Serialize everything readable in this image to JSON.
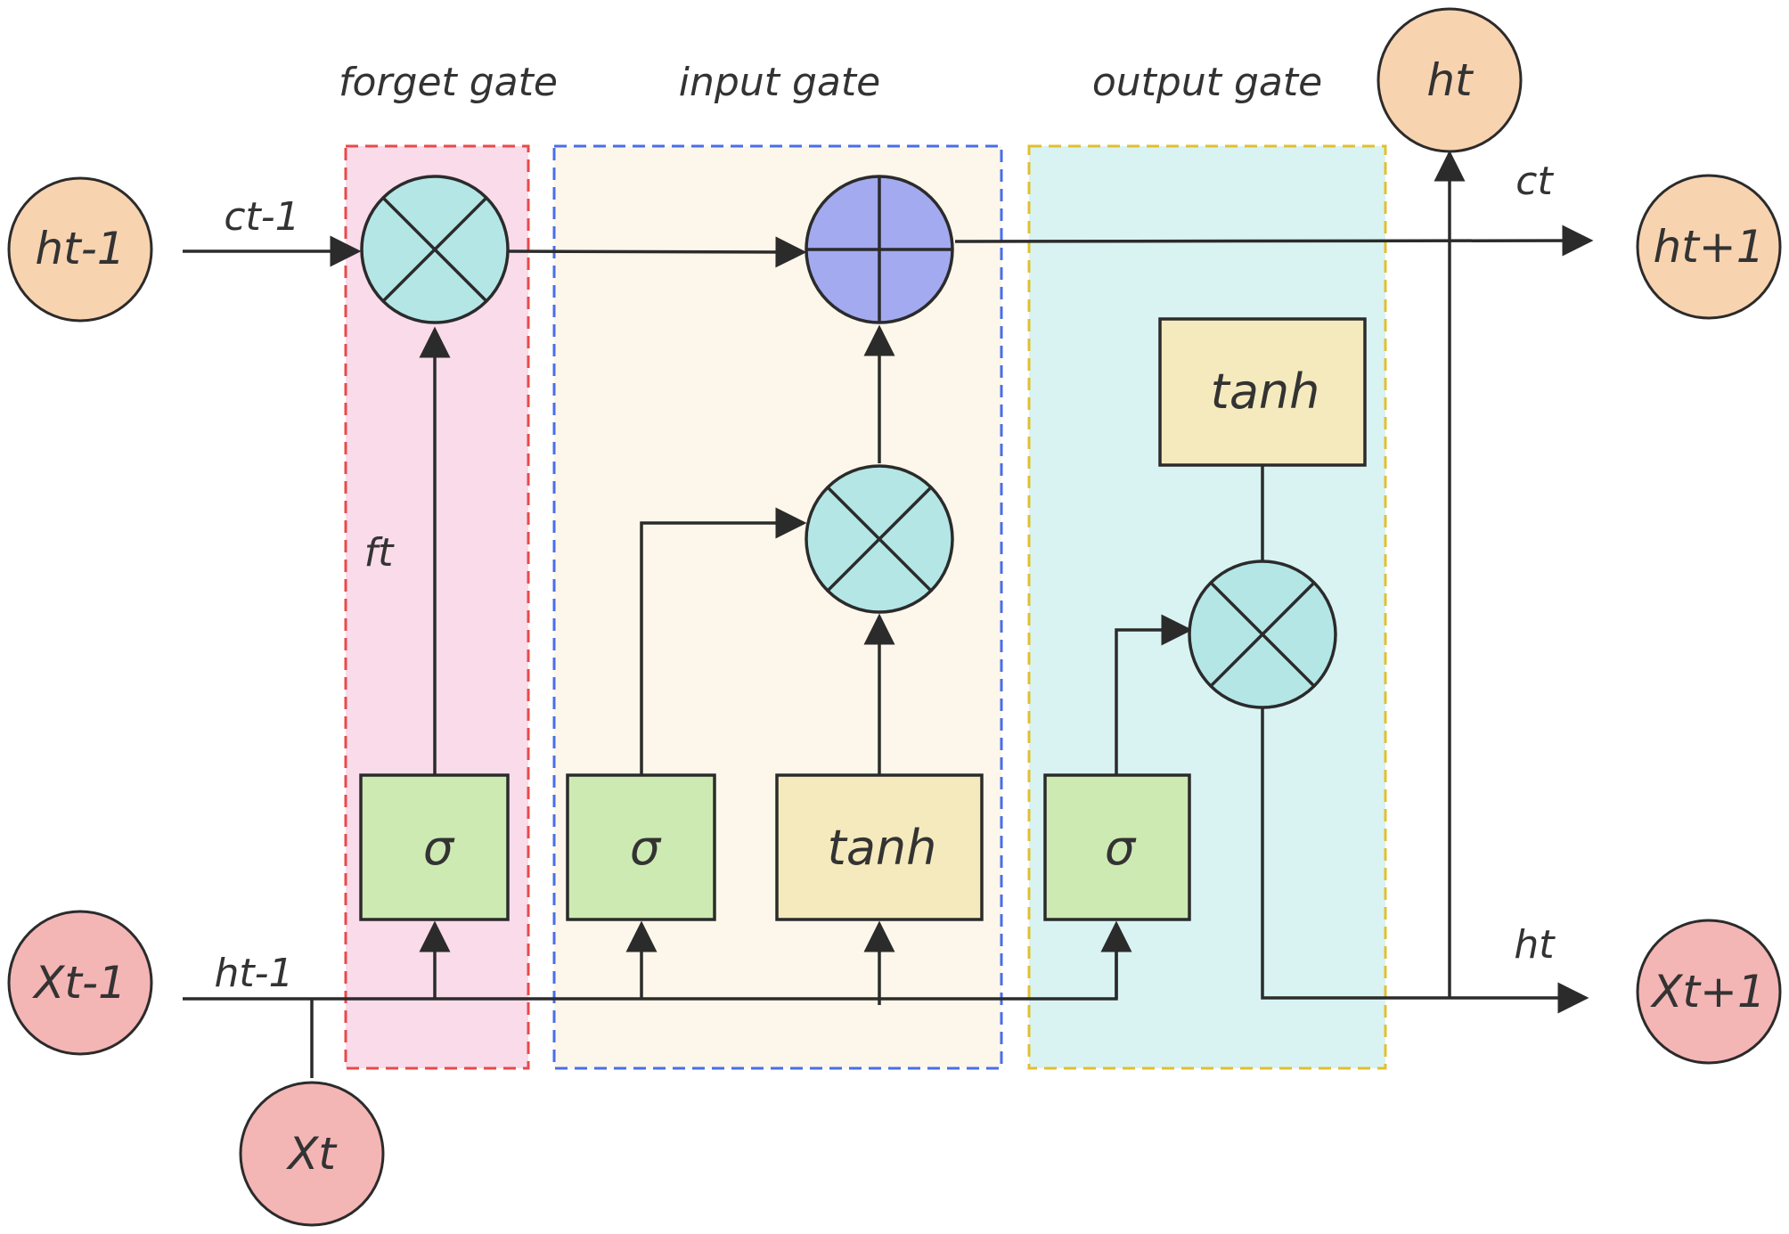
{
  "colors": {
    "forget_fill": "#f9dbea",
    "forget_border": "#e84a4a",
    "input_fill": "#fcf7ea",
    "input_border": "#4a6ee8",
    "output_fill": "#d9f3f3",
    "output_border": "#e0c030",
    "h_node": "#f8d3b0",
    "x_node": "#f4b5b5",
    "sigma_box": "#cdeab2",
    "tanh_box": "#f5eabd",
    "mult_circle": "#b4e6e6",
    "add_circle": "#a3aaf0",
    "stroke": "#2b2b2b"
  },
  "gates": {
    "forget": "forget gate",
    "input": "input gate",
    "output": "output gate"
  },
  "nodes": {
    "h_prev": "ht-1",
    "x_prev": "Xt-1",
    "x_t": "Xt",
    "h_out": "ht",
    "h_next": "ht+1",
    "x_next": "Xt+1"
  },
  "ops": {
    "sigma_forget": "σ",
    "sigma_input": "σ",
    "tanh_input": "tanh",
    "sigma_output": "σ",
    "tanh_output": "tanh"
  },
  "edge_labels": {
    "c_prev": "ct-1",
    "c_t": "ct",
    "f_t": "ft",
    "h_prev_bottom": "ht-1",
    "h_t_bottom": "ht"
  },
  "icons": {
    "multiply": "multiply-icon",
    "add": "add-icon"
  }
}
